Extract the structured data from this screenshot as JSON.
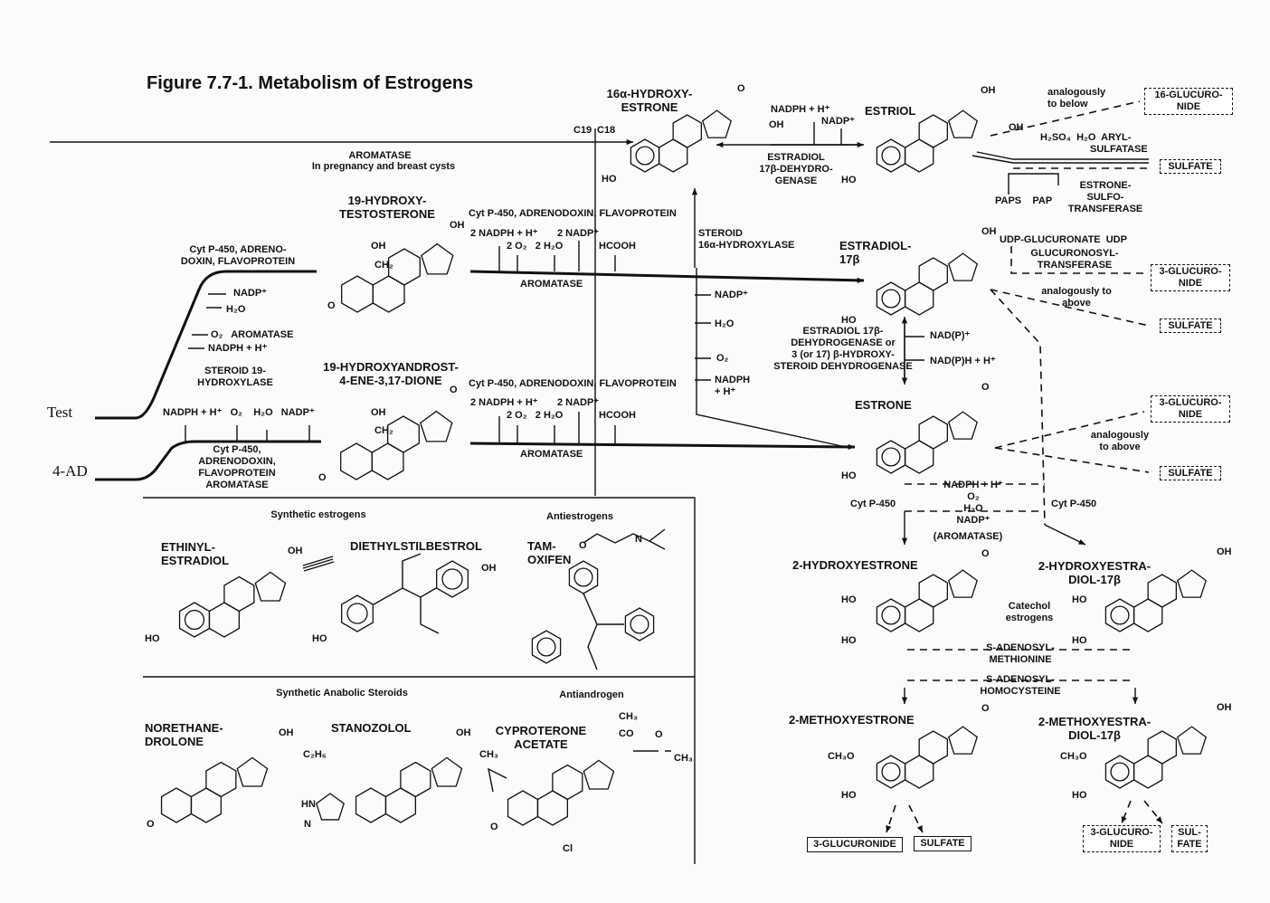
{
  "title": "Figure 7.7-1. Metabolism of Estrogens",
  "inputs": {
    "test": "Test",
    "androstenedione": "4-AD"
  },
  "top_line": {
    "aromatase": "AROMATASE",
    "note": "In pregnancy and breast cysts",
    "c19": "C19",
    "c18": "C18"
  },
  "compounds": {
    "hydroxyestrone16": "16α-HYDROXY-\nESTRONE",
    "estriol": "ESTRIOL",
    "hydroxytestosterone19": "19-HYDROXY-\nTESTOSTERONE",
    "hydroxyandrostenedione19": "19-HYDROXYANDROST-\n4-ENE-3,17-DIONE",
    "estradiol": "ESTRADIOL-\n17β",
    "estrone": "ESTRONE",
    "hydroxyestrone2": "2-HYDROXYESTRONE",
    "hydroxyestradiol2": "2-HYDROXYESTRA-\nDIOL-17β",
    "methoxyestrone2": "2-METHOXYESTRONE",
    "methoxyestradiol2": "2-METHOXYESTRA-\nDIOL-17β"
  },
  "enzymes": {
    "estradiol17bdh_top": "ESTRADIOL\n17β-DEHYDRO-\nGENASE",
    "nadph_top": "NADPH + H⁺",
    "nadp_top": "NADP⁺",
    "steroid16a": "STEROID\n16α-HYDROXYLASE",
    "cyp_adreno_1": "Cyt P-450, ADRENO-\nDOXIN, FLAVOPROTEIN",
    "nadp_left": "NADP⁺",
    "h2o_left": "H₂O",
    "o2_aromatase": "O₂   AROMATASE",
    "nadph_left": "NADPH + H⁺",
    "steroid19": "STEROID 19-\nHYDROXYLASE",
    "cyp_upper": "Cyt P-450, ADRENODOXIN, FLAVOPROTEIN",
    "cyp_lower": "Cyt P-450, ADRENODOXIN, FLAVOPROTEIN",
    "cof_upper": "2 NADPH + H⁺       2 NADP⁺",
    "cof_upper2": "2 O₂   2 H₂O",
    "hcooh_upper": "HCOOH",
    "aromatase_upper": "AROMATASE",
    "cof_lower": "2 NADPH + H⁺       2 NADP⁺",
    "cof_lower2": "2 O₂   2 H₂O",
    "hcooh_lower": "HCOOH",
    "aromatase_lower": "AROMATASE",
    "lower_left_cof": "NADPH + H⁺   O₂    H₂O   NADP⁺",
    "lower_left_enz": "Cyt P-450,\nADRENODOXIN,\nFLAVOPROTEIN\nAROMATASE",
    "mid_nadp": "NADP⁺",
    "mid_h2o": "H₂O",
    "mid_o2": "O₂",
    "mid_nadph": "NADPH\n+ H⁺",
    "e2dh": "ESTRADIOL 17β-\nDEHYDROGENASE or\n3 (or 17) β-HYDROXY-\nSTEROID DEHYDROGENASE",
    "nadp_e2": "NAD(P)⁺",
    "nadph_e2": "NAD(P)H + H⁺",
    "udp_gluc": "UDP-GLUCURONATE  UDP",
    "gluc_trans": "GLUCURONOSYL-\nTRANSFERASE",
    "analog_above1": "analogously to\nabove",
    "analog_above2": "analogously\nto above",
    "analog_below": "analogously\nto below",
    "h2so4": "H₂SO₄  H₂O  ARYL-",
    "sulfatase": "SULFATASE",
    "paps": "PAPS    PAP",
    "sulfotrans": "ESTRONE-\nSULFO-\nTRANSFERASE",
    "cyp_left": "Cyt P-450",
    "cyp_right": "Cyt P-450",
    "hydrox_cof": "NADPH + H⁺\nO₂\nH₂O\nNADP⁺",
    "aromatase_paren": "(AROMATASE)",
    "catechol": "Catechol\nestrogens",
    "sam": "S-ADENOSYL-\nMETHIONINE",
    "sah": "S-ADENOSYL-\nHOMOCYSTEINE"
  },
  "products": {
    "gluc16": "16-GLUCURO-\nNIDE",
    "sulfate_estriol": "SULFATE",
    "gluc3_e2": "3-GLUCURO-\nNIDE",
    "sulfate_e2": "SULFATE",
    "gluc3_e1": "3-GLUCURO-\nNIDE",
    "sulfate_e1": "SULFATE",
    "gluc3_me": "3-GLUCURONIDE",
    "sulfate_me": "SULFATE",
    "gluc3_md": "3-GLUCURO-\nNIDE",
    "sulfate_md": "SUL-\nFATE"
  },
  "synthetic": {
    "synthetic_estrogens": "Synthetic estrogens",
    "antiestrogens": "Antiestrogens",
    "ethinyl": "ETHINYL-\nESTRADIOL",
    "des": "DIETHYLSTILBESTROL",
    "tamoxifen": "TAM-\nOXIFEN",
    "anabolic": "Synthetic Anabolic Steroids",
    "antiandrogen": "Antiandrogen",
    "norethandrolone": "NORETHANE-\nDROLONE",
    "stanozolol": "STANOZOLOL",
    "cyproterone": "CYPROTERONE\nACETATE"
  },
  "atoms": {
    "ho": "HO",
    "oh": "OH",
    "o": "O",
    "ch2": "CH₂",
    "ch3o": "CH₃O",
    "c2h5": "C₂H₅",
    "ch3": "CH₃",
    "co": "CO",
    "cl": "Cl",
    "hn": "HN",
    "n": "N"
  }
}
